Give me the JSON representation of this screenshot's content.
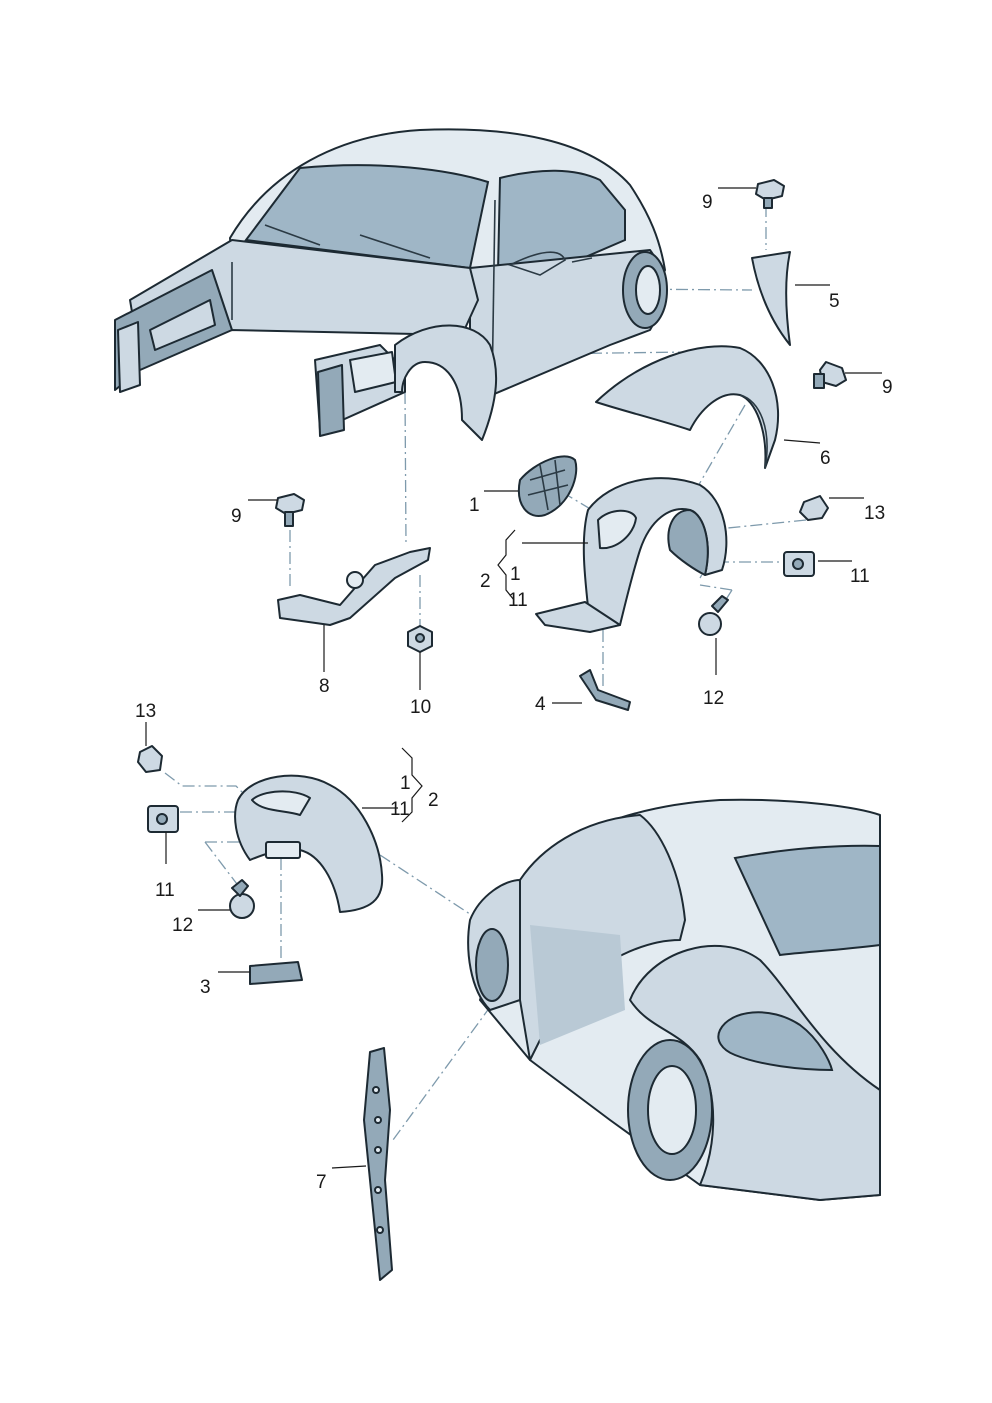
{
  "callouts": {
    "c1a": "1",
    "c2a": "2",
    "c1b": "1",
    "c11a": "11",
    "c4": "4",
    "c5": "5",
    "c6": "6",
    "c7": "7",
    "c8": "8",
    "c9a": "9",
    "c9b": "9",
    "c9c": "9",
    "c10": "10",
    "c11b": "11",
    "c12a": "12",
    "c13a": "13",
    "c13b": "13",
    "c1c": "1",
    "c11c": "11",
    "c2b": "2",
    "c11d": "11",
    "c12b": "12",
    "c3": "3"
  },
  "colors": {
    "part_fill": "#cdd9e3",
    "part_shadow": "#93a9b8",
    "outline": "#1d2a33",
    "leader_dashed": "#7e9aac"
  }
}
